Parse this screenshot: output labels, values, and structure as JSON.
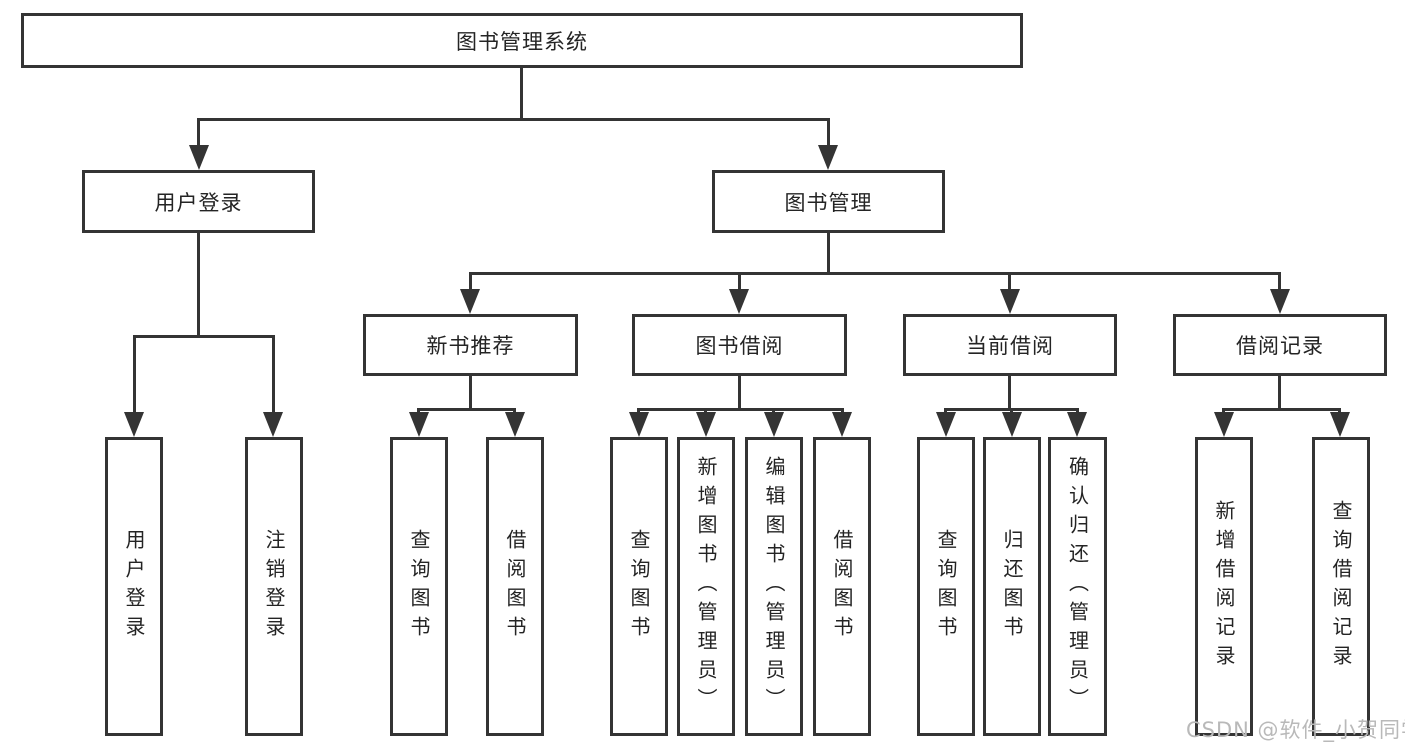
{
  "diagram": {
    "type": "tree",
    "colors": {
      "line": "#343434",
      "text": "#242424",
      "box_background": "#ffffff",
      "page_background": "#ffffff",
      "watermark": "#b9b9b9"
    },
    "nodes": {
      "root": {
        "label": "图书管理系统"
      },
      "level2": [
        {
          "label": "用户登录",
          "parent": "图书管理系统"
        },
        {
          "label": "图书管理",
          "parent": "图书管理系统"
        }
      ],
      "level3": [
        {
          "label": "新书推荐",
          "parent": "图书管理"
        },
        {
          "label": "图书借阅",
          "parent": "图书管理"
        },
        {
          "label": "当前借阅",
          "parent": "图书管理"
        },
        {
          "label": "借阅记录",
          "parent": "图书管理"
        }
      ],
      "leaves": [
        {
          "label": "用户登录",
          "parent": "用户登录"
        },
        {
          "label": "注销登录",
          "parent": "用户登录"
        },
        {
          "label": "查询图书",
          "parent": "新书推荐"
        },
        {
          "label": "借阅图书",
          "parent": "新书推荐"
        },
        {
          "label": "查询图书",
          "parent": "图书借阅"
        },
        {
          "label": "新增图书（管理员）",
          "parent": "图书借阅"
        },
        {
          "label": "编辑图书（管理员）",
          "parent": "图书借阅"
        },
        {
          "label": "借阅图书",
          "parent": "图书借阅"
        },
        {
          "label": "查询图书",
          "parent": "当前借阅"
        },
        {
          "label": "归还图书",
          "parent": "当前借阅"
        },
        {
          "label": "确认归还（管理员）",
          "parent": "当前借阅"
        },
        {
          "label": "新增借阅记录",
          "parent": "借阅记录"
        },
        {
          "label": "查询借阅记录",
          "parent": "借阅记录"
        }
      ]
    },
    "watermark": {
      "text": "CSDN @软件_小贺同学"
    }
  }
}
